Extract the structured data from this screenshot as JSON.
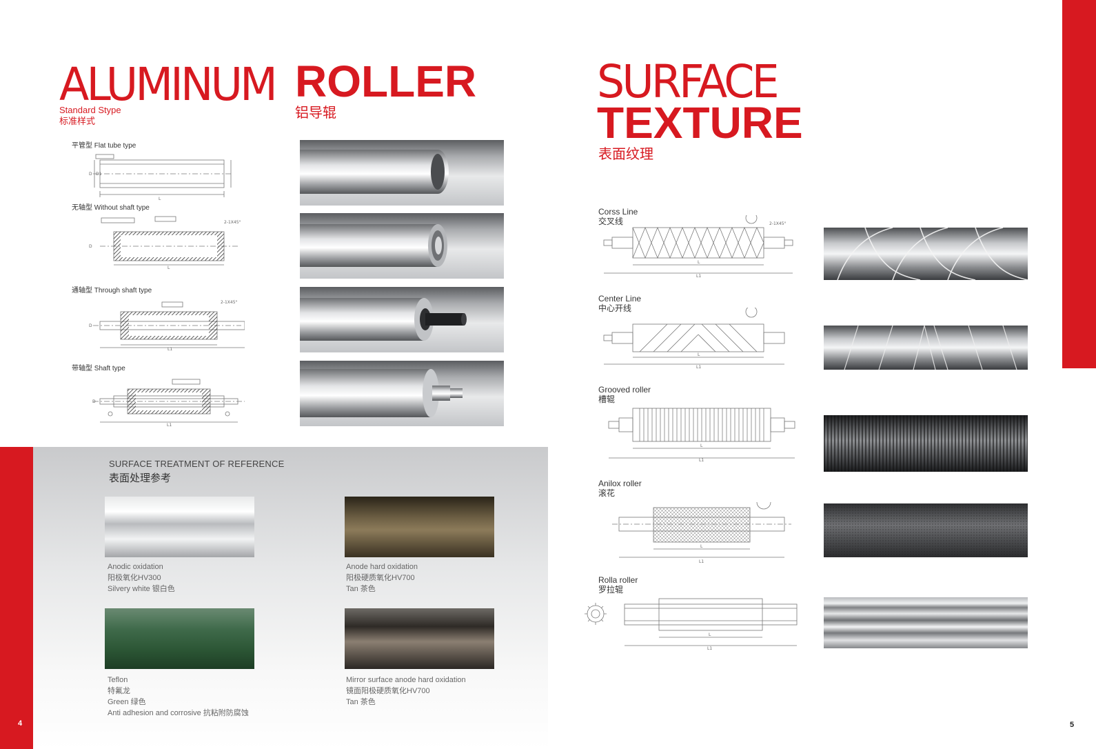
{
  "left_page": {
    "title_light": "ALUMINUM",
    "title_bold": "ROLLER",
    "title_cn": "铝导辊",
    "subtitle_en": "Standard Stype",
    "subtitle_cn": "标准样式",
    "types": [
      {
        "label": "平管型  Flat tube type"
      },
      {
        "label": "无轴型  Without shaft type"
      },
      {
        "label": "通轴型  Through shaft type"
      },
      {
        "label": "带轴型  Shaft type"
      }
    ],
    "treatment": {
      "title_en": "SURFACE TREATMENT OF REFERENCE",
      "title_cn": "表面处理参考",
      "items": [
        {
          "line1": "Anodic oxidation",
          "line2": "阳极氧化HV300",
          "line3": "Silvery white 银白色",
          "line4": "",
          "swatch": "silver"
        },
        {
          "line1": "Anode hard oxidation",
          "line2": "阳极硬质氧化HV700",
          "line3": "Tan 茶色",
          "line4": "",
          "swatch": "tan"
        },
        {
          "line1": "Teflon",
          "line2": "特氟龙",
          "line3": "Green 绿色",
          "line4": "Anti adhesion and corrosive 抗粘附防腐蚀",
          "swatch": "green"
        },
        {
          "line1": "Mirror surface anode hard oxidation",
          "line2": "镜面阳极硬质氧化HV700",
          "line3": "Tan 茶色",
          "line4": "",
          "swatch": "mirror"
        }
      ]
    },
    "page_number": "4"
  },
  "right_page": {
    "title_light": "SURFACE",
    "title_bold": "TEXTURE",
    "title_cn": "表面纹理",
    "textures": [
      {
        "en": "Corss Line",
        "cn": "交叉线"
      },
      {
        "en": "Center Line",
        "cn": "中心开线"
      },
      {
        "en": "Grooved roller",
        "cn": "槽辊"
      },
      {
        "en": "Anilox roller",
        "cn": "滚花"
      },
      {
        "en": "Rolla roller",
        "cn": "罗拉辊"
      }
    ],
    "page_number": "5"
  },
  "colors": {
    "accent": "#d71920",
    "panel": "#e6e7e8"
  }
}
